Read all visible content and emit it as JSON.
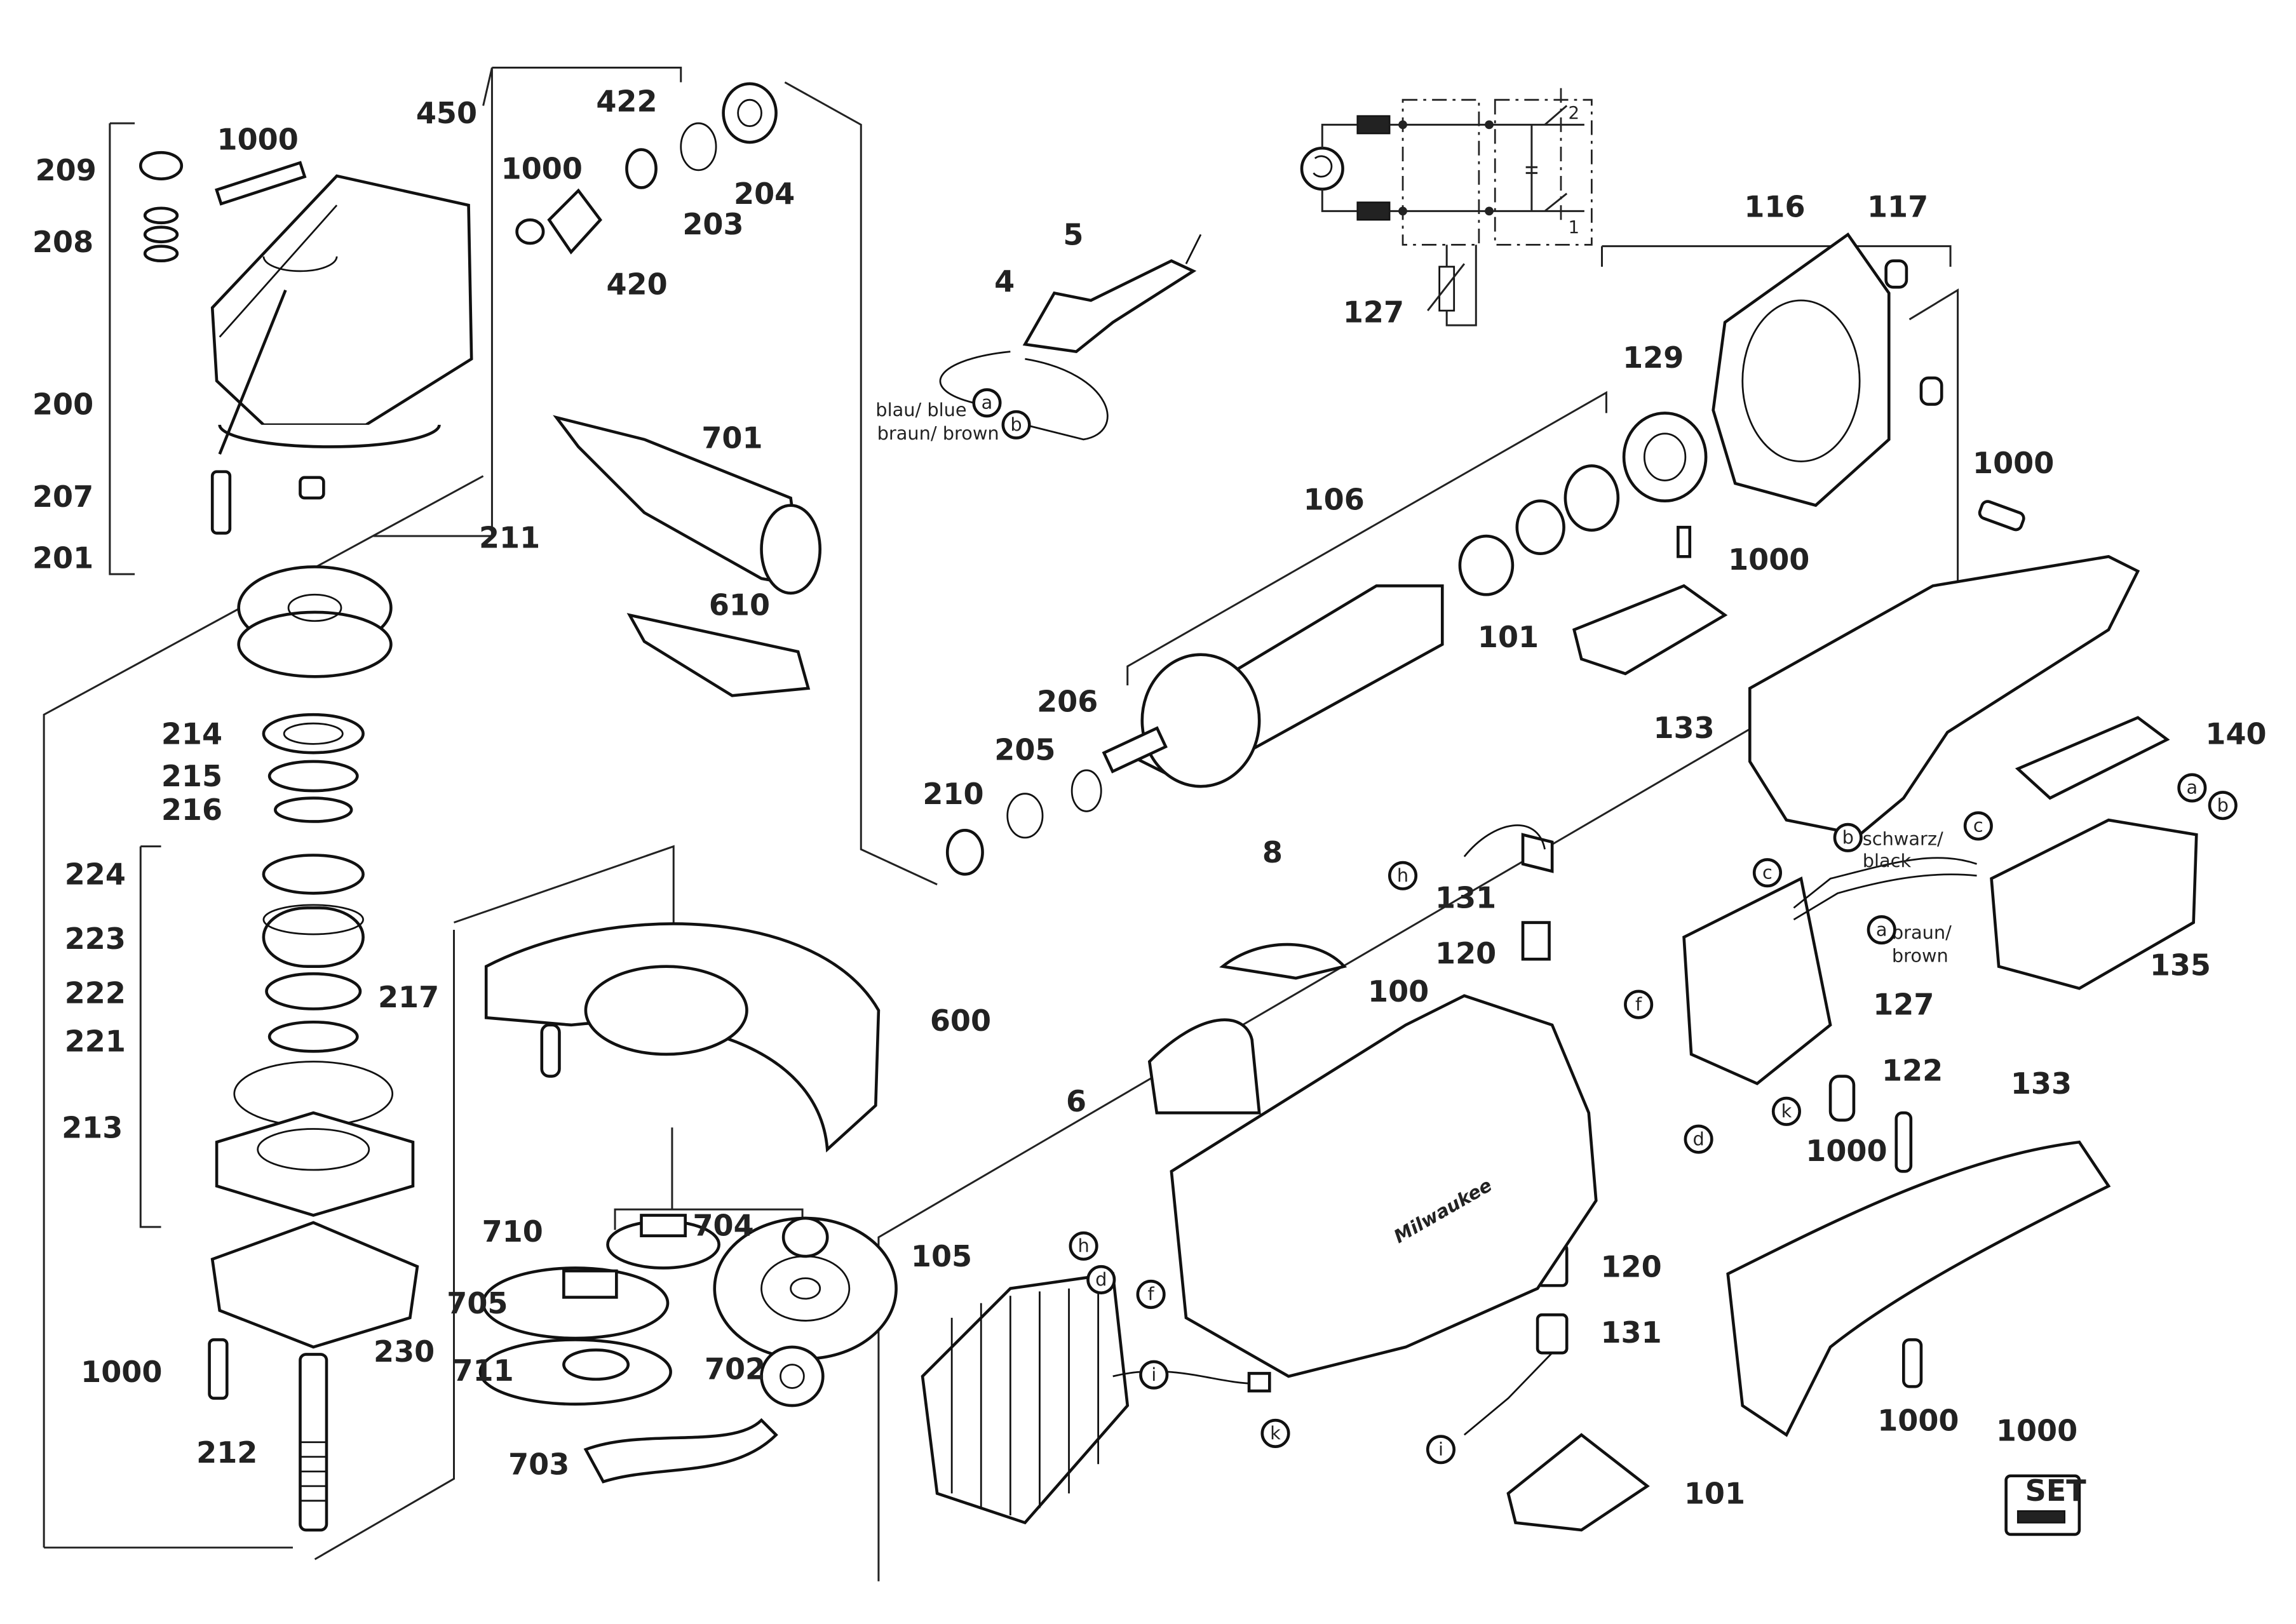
{
  "diagram": {
    "part_labels": [
      "209",
      "1000",
      "208",
      "200",
      "207",
      "201",
      "450",
      "422",
      "1000",
      "203",
      "204",
      "420",
      "211",
      "701",
      "610",
      "5",
      "4",
      "127",
      "116",
      "117",
      "129",
      "106",
      "1000",
      "101",
      "1000",
      "133",
      "140",
      "206",
      "205",
      "210",
      "214",
      "215",
      "216",
      "224",
      "223",
      "222",
      "221",
      "217",
      "213",
      "230",
      "1000",
      "212",
      "600",
      "710",
      "704",
      "705",
      "711",
      "702",
      "703",
      "8",
      "131",
      "120",
      "100",
      "6",
      "105",
      "127",
      "135",
      "1000",
      "122",
      "133",
      "120",
      "131",
      "101",
      "1000",
      "1000"
    ],
    "wire_notes": [
      "blau/ blue",
      "braun/ brown",
      "schwarz/",
      "black",
      "braun/",
      "brown"
    ],
    "connector_letters": [
      "a",
      "b",
      "h",
      "h",
      "d",
      "f",
      "i",
      "k",
      "c",
      "c",
      "a",
      "b",
      "f",
      "k",
      "d",
      "i",
      "a",
      "b"
    ],
    "circuit": {
      "switch_positions": [
        "2",
        "1"
      ],
      "label": "127"
    },
    "set_badge": "SET",
    "brand_logo": "Milwaukee"
  }
}
